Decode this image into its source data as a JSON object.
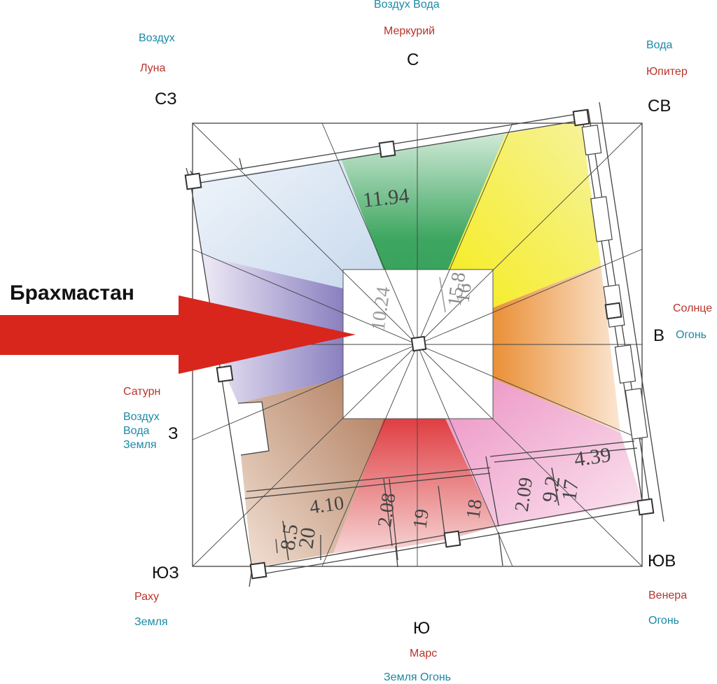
{
  "title": "Брахмастан",
  "directions": {
    "n": "С",
    "ne": "СВ",
    "e": "В",
    "se": "ЮВ",
    "s": "Ю",
    "sw": "ЮЗ",
    "w": "З",
    "nw": "СЗ"
  },
  "sectors": {
    "n": {
      "planet": "Меркурий",
      "elements": "Воздух Вода"
    },
    "ne": {
      "planet": "Юпитер",
      "elements": "Вода"
    },
    "e": {
      "planet": "Солнце",
      "elements": "Огонь"
    },
    "se": {
      "planet": "Венера",
      "elements": "Огонь"
    },
    "s": {
      "planet": "Марс",
      "elements": "Земля Огонь"
    },
    "sw": {
      "planet": "Раху",
      "elements": "Земля"
    },
    "w": {
      "planet": "Сатурн",
      "elements_1": "Воздух",
      "elements_2": "Вода",
      "elements_3": "Земля"
    },
    "nw": {
      "planet": "Луна",
      "elements": "Воздух"
    }
  },
  "room_labels": {
    "n_room": "11.94",
    "center_a": "10.24",
    "center_b_top": "16",
    "center_b_bottom": "15.8",
    "se_area": "4.39",
    "se_frac_top": "17",
    "se_frac_bottom": "9.2",
    "se_side": "2.09",
    "sw_area": "4.10",
    "sw_frac_top": "20",
    "sw_frac_bottom": "8.5",
    "s_a": "2.08",
    "s_b": "19",
    "s_c": "18"
  },
  "colors": {
    "n": "#3aa35e",
    "ne": "#f4ee2a",
    "e": "#ec9a46",
    "se": "#ee9cc9",
    "s": "#e2585a",
    "sw": "#b88666",
    "w": "#8f87c4",
    "nw": "#c9dcee",
    "arrow": "#d8261d"
  }
}
